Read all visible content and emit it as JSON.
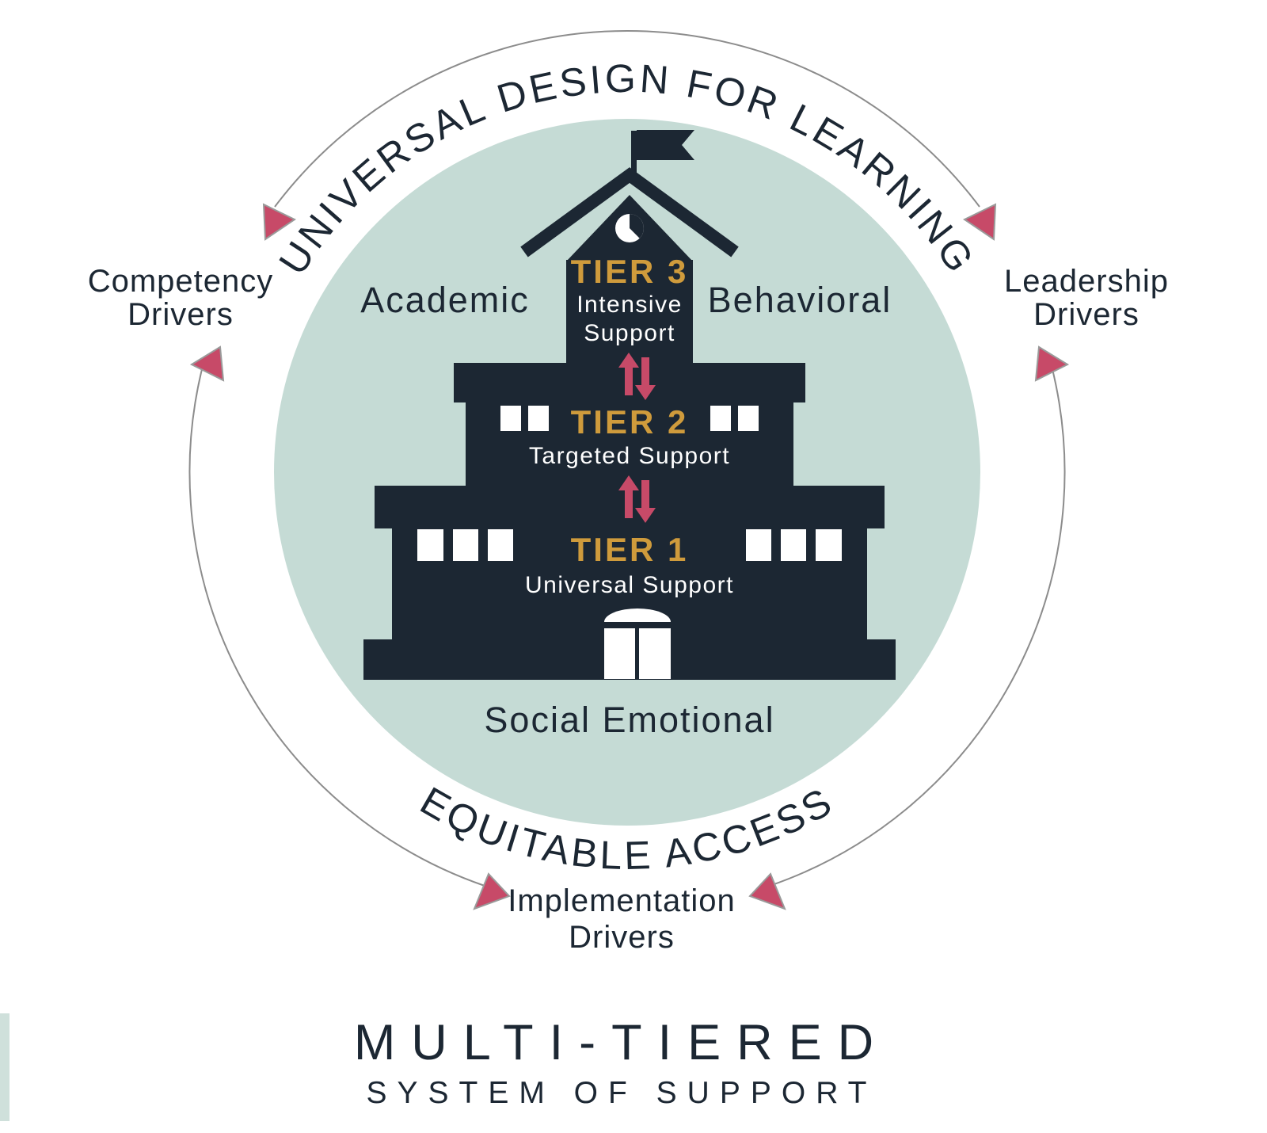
{
  "colors": {
    "teal": "#c5dbd5",
    "navy": "#1c2733",
    "gold": "#cf9b3c",
    "pink": "#c74a68",
    "linegray": "#8c8c8c",
    "white": "#ffffff"
  },
  "outer_ring": {
    "top_arc_label": "UNIVERSAL DESIGN FOR LEARNING",
    "bottom_arc_label": "EQUITABLE ACCESS"
  },
  "drivers": {
    "competency": {
      "lines": [
        "Competency",
        "Drivers"
      ]
    },
    "leadership": {
      "lines": [
        "Leadership",
        "Drivers"
      ]
    },
    "implementation": {
      "lines": [
        "Implementation",
        "Drivers"
      ]
    }
  },
  "domains": {
    "academic": "Academic",
    "behavioral": "Behavioral",
    "social_emotional": "Social Emotional"
  },
  "building": {
    "tiers": [
      {
        "label": "TIER 3",
        "support_lines": [
          "Intensive",
          "Support"
        ]
      },
      {
        "label": "TIER 2",
        "support_lines": [
          "Targeted Support"
        ]
      },
      {
        "label": "TIER 1",
        "support_lines": [
          "Universal Support"
        ]
      }
    ],
    "icons": {
      "flag": "flag-icon",
      "clock": "clock-icon"
    }
  },
  "footer": {
    "title": "MULTI-TIERED",
    "subtitle": "SYSTEM OF SUPPORT"
  }
}
